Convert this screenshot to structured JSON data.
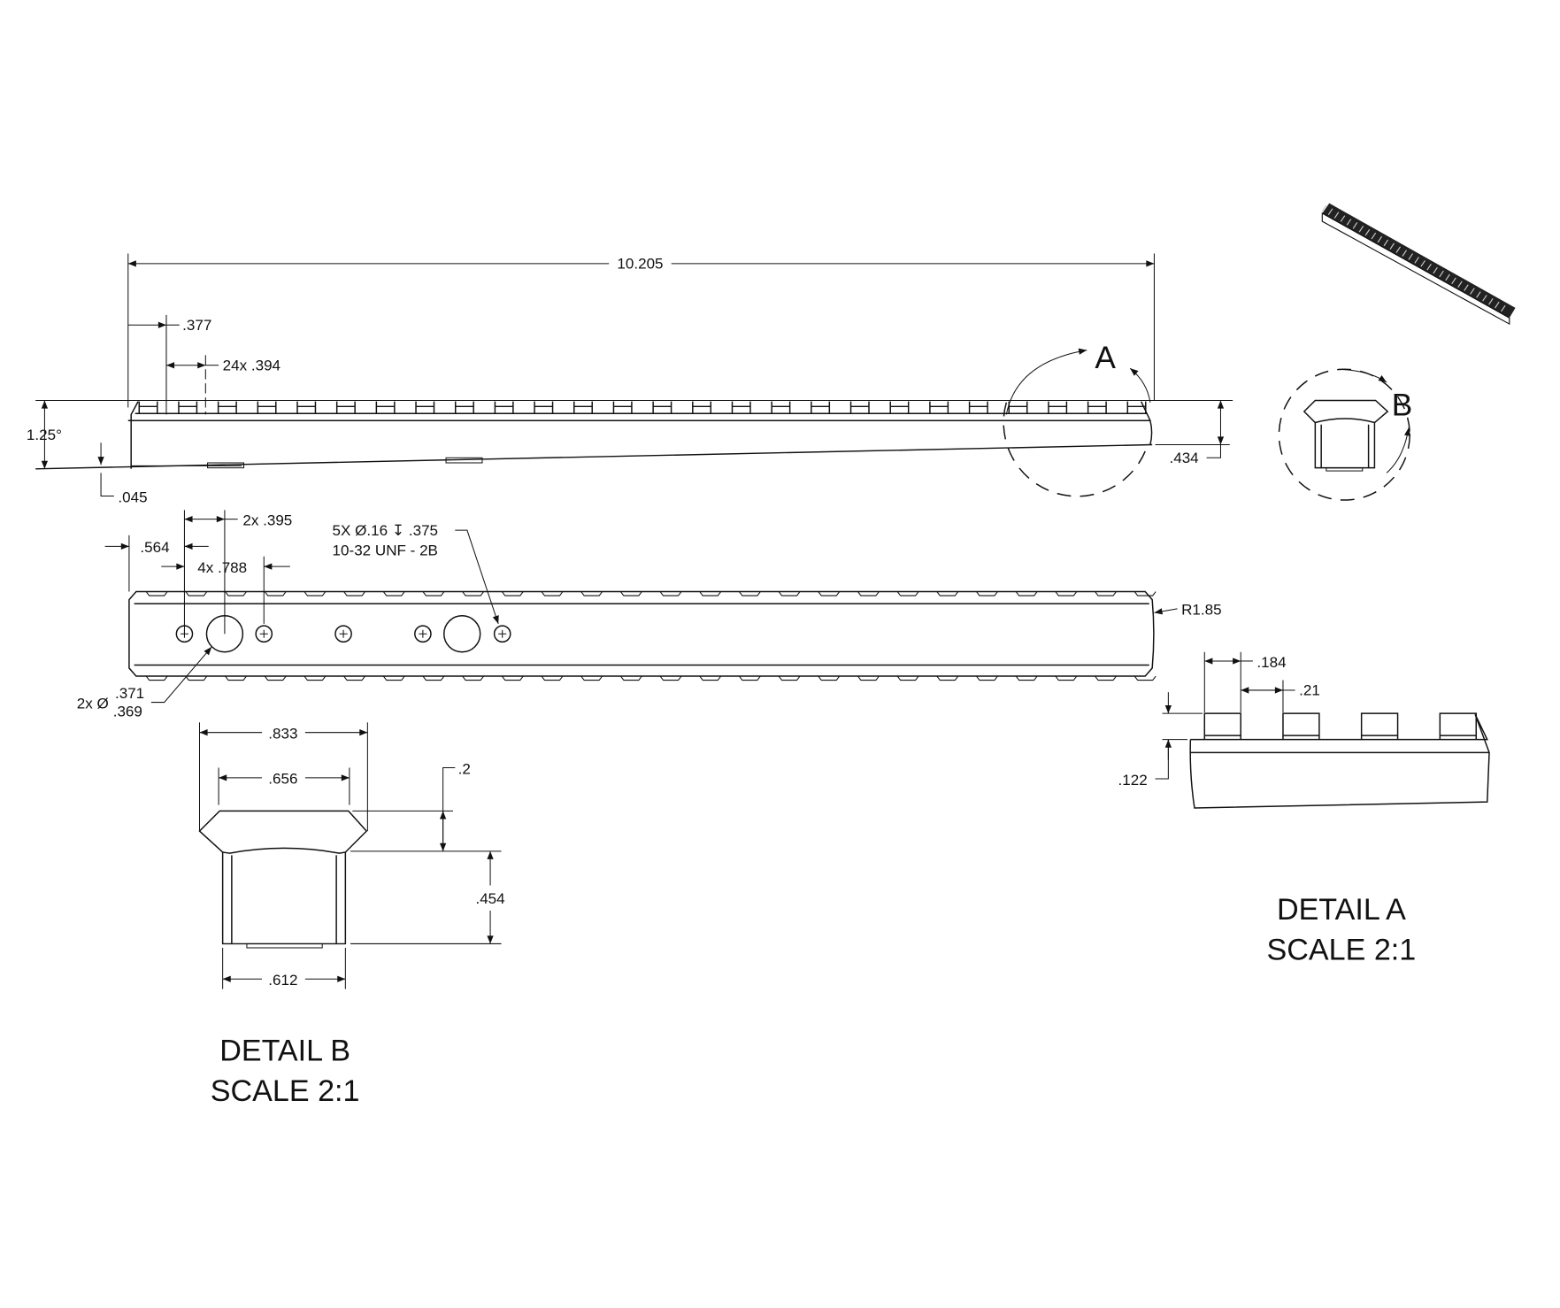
{
  "drawing": {
    "ink_color": "#111111",
    "main_view": {
      "overall_length": "10.205",
      "first_slot_offset": ".377",
      "slot_pitch": "24x .394",
      "angle": "1.25°",
      "front_drop": ".045",
      "rear_height": ".434",
      "detail_a_label": "A",
      "tooth_count": 26
    },
    "top_view": {
      "hole_spacing": "2x .395",
      "hole_offset": ".564",
      "hole_pitch": "4x .788",
      "thread_note_1": "5X Ø.16 ↧ .375",
      "thread_note_2": "10-32 UNF - 2B",
      "radius": "R1.85",
      "counterbore_prefix": "2x Ø",
      "counterbore_upper": ".371",
      "counterbore_lower": ".369"
    },
    "detail_b_callout": "B",
    "detail_b": {
      "title": "DETAIL B",
      "scale": "SCALE 2:1",
      "top_width": ".833",
      "flat_width": ".656",
      "head_height": ".2",
      "body_height": ".454",
      "base_width": ".612"
    },
    "detail_a": {
      "title": "DETAIL A",
      "scale": "SCALE 2:1",
      "tooth_width": ".184",
      "gap_width": ".21",
      "tooth_height": ".122"
    }
  }
}
